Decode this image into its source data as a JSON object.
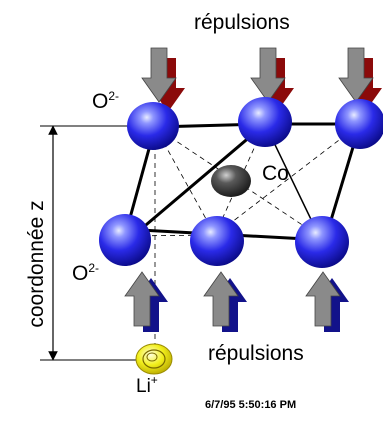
{
  "labels": {
    "repulsions_top": "répulsions",
    "repulsions_bottom": "répulsions",
    "oxygen_top": "O",
    "oxygen_top_charge": "2-",
    "oxygen_bottom": "O",
    "oxygen_bottom_charge": "2-",
    "cobalt": "Co",
    "lithium": "Li",
    "lithium_charge": "+",
    "z_coordinate": "coordonnée z",
    "timestamp": "6/7/95  5:50:16 PM"
  },
  "colors": {
    "oxygen_sphere": "#2323e6",
    "cobalt_sphere": "#3a3a3a",
    "lithium_sphere": "#f0ee1a",
    "arrow_gray": "#8a8a8a",
    "arrow_red_shadow": "#8b0a0a",
    "arrow_blue_shadow": "#12128a"
  }
}
